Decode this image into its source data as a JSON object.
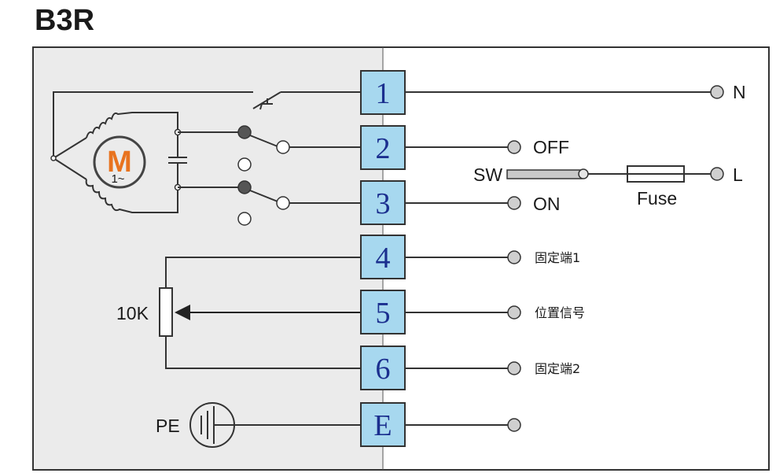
{
  "title": "B3R",
  "terminals": [
    "1",
    "2",
    "3",
    "4",
    "5",
    "6",
    "E"
  ],
  "motor": {
    "symbol": "M",
    "sub": "1~"
  },
  "labels": {
    "n": "N",
    "l": "L",
    "off": "OFF",
    "on": "ON",
    "sw": "SW",
    "fuse": "Fuse",
    "fixed1": "固定端1",
    "position_signal": "位置信号",
    "fixed2": "固定端2",
    "resistor": "10K",
    "pe": "PE"
  },
  "colors": {
    "terminal_fill": "#a7d8ef",
    "terminal_number": "#1b2f8f",
    "internal_panel": "#ebebeb",
    "motor_letter": "#e8731f"
  }
}
